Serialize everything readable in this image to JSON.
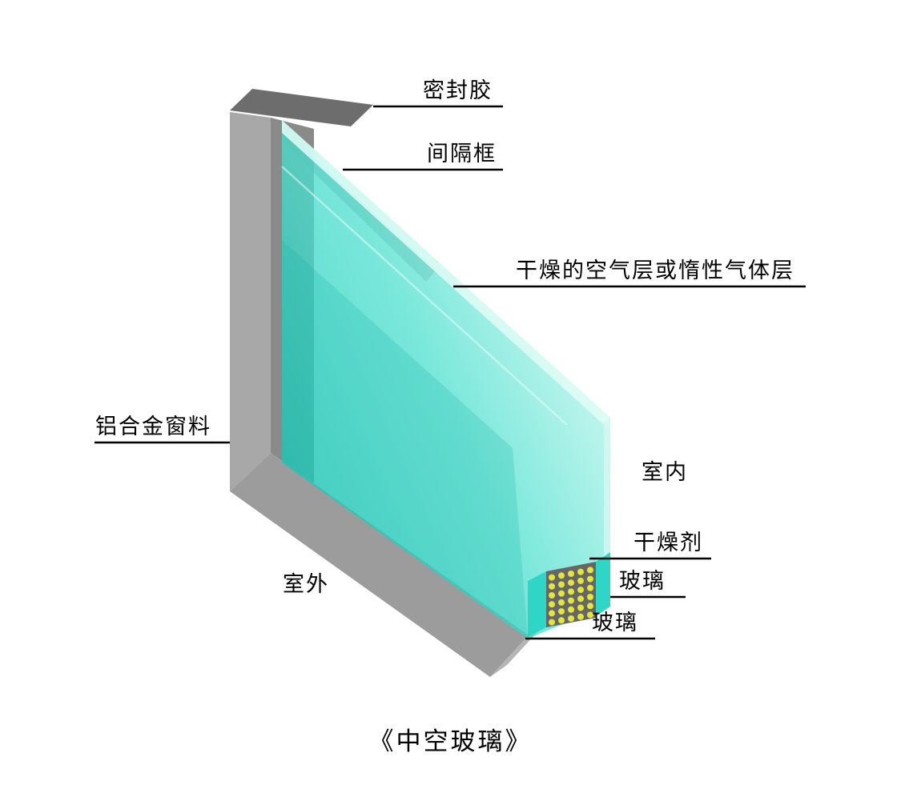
{
  "title": "《中空玻璃》",
  "labels": {
    "sealant": "密封胶",
    "spacer": "间隔框",
    "air_layer": "干燥的空气层或惰性气体层",
    "aluminum_frame": "铝合金窗料",
    "indoor": "室内",
    "desiccant": "干燥剂",
    "glass_inner": "玻璃",
    "glass_outer": "玻璃",
    "outdoor": "室外"
  },
  "colors": {
    "frame_light": "#a8a8a8",
    "frame_mid": "#9c9c9c",
    "frame_side": "#8a8a8a",
    "frame_dark": "#6d6d6d",
    "frame_end": "#b5b5b5",
    "spacer_strip": "#7d7d7d",
    "glass_edge": "#2fd6c5",
    "spacer_cut": "#666666",
    "desiccant_dot": "#e3e53a",
    "leader_line": "#000000"
  }
}
